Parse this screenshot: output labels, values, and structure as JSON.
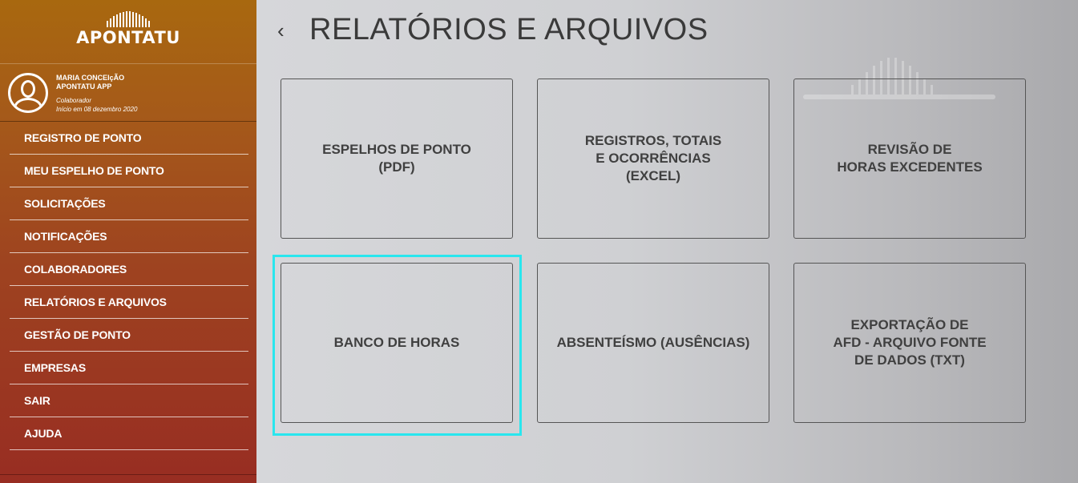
{
  "sidebar": {
    "logo_text": "APONTATU",
    "user": {
      "name_line1": "MARIA CONCEIçÃO",
      "name_line2": "APONTATU APP",
      "role": "Colaborador",
      "since": "Início em 08 dezembro 2020"
    },
    "items": [
      {
        "label": "REGISTRO DE PONTO"
      },
      {
        "label": "MEU ESPELHO DE PONTO"
      },
      {
        "label": "SOLICITAÇÕES"
      },
      {
        "label": "NOTIFICAÇÕES"
      },
      {
        "label": "COLABORADORES"
      },
      {
        "label": "RELATÓRIOS E ARQUIVOS"
      },
      {
        "label": "GESTÃO DE PONTO"
      },
      {
        "label": "EMPRESAS"
      },
      {
        "label": "SAIR"
      },
      {
        "label": "AJUDA"
      }
    ]
  },
  "header": {
    "back_icon": "‹",
    "title": "RELATÓRIOS E ARQUIVOS"
  },
  "cards": [
    {
      "label": "ESPELHOS DE PONTO\n(PDF)"
    },
    {
      "label": "REGISTROS, TOTAIS\nE OCORRÊNCIAS\n(EXCEL)"
    },
    {
      "label": "REVISÃO DE\nHORAS EXCEDENTES"
    },
    {
      "label": "BANCO DE HORAS"
    },
    {
      "label": "ABSENTEÍSMO (AUSÊNCIAS)"
    },
    {
      "label": "EXPORTAÇÃO DE\nAFD - ARQUIVO FONTE\nDE DADOS (TXT)"
    }
  ],
  "colors": {
    "sidebar_top": "#a8680f",
    "sidebar_bottom": "#982d22",
    "highlight": "#29e6ee",
    "title_text": "#3a3a3a"
  }
}
